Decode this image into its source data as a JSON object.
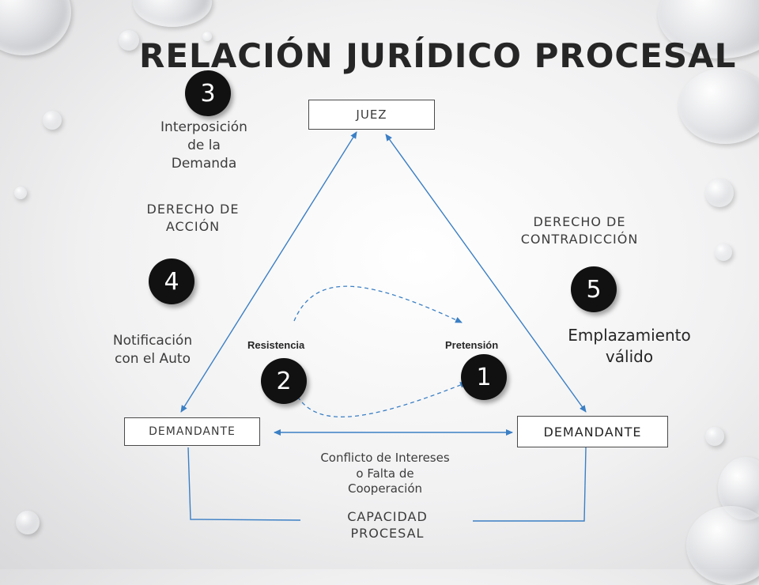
{
  "title": "RELACIÓN JURÍDICO PROCESAL",
  "nodes": {
    "juez": "JUEZ",
    "left": "DEMANDANTE",
    "right": "DEMANDANTE"
  },
  "steps": {
    "one": "1",
    "two": "2",
    "three": "3",
    "four": "4",
    "five": "5"
  },
  "labels": {
    "interposicion": [
      "Interposición",
      "de la",
      "Demanda"
    ],
    "derecho_accion": [
      "DERECHO DE",
      "ACCIÓN"
    ],
    "derecho_contradiccion": [
      "DERECHO DE",
      "CONTRADICCIÓN"
    ],
    "notificacion": [
      "Notificación",
      "con el Auto"
    ],
    "emplazamiento": [
      "Emplazamiento",
      "válido"
    ],
    "resistencia": "Resistencia",
    "pretension": "Pretensión",
    "conflicto": [
      "Conflicto de Intereses",
      "o Falta de",
      "Cooperación"
    ],
    "capacidad": [
      "CAPACIDAD",
      "PROCESAL"
    ]
  },
  "colors": {
    "line": "#3b7fc4",
    "badge": "#111111"
  }
}
